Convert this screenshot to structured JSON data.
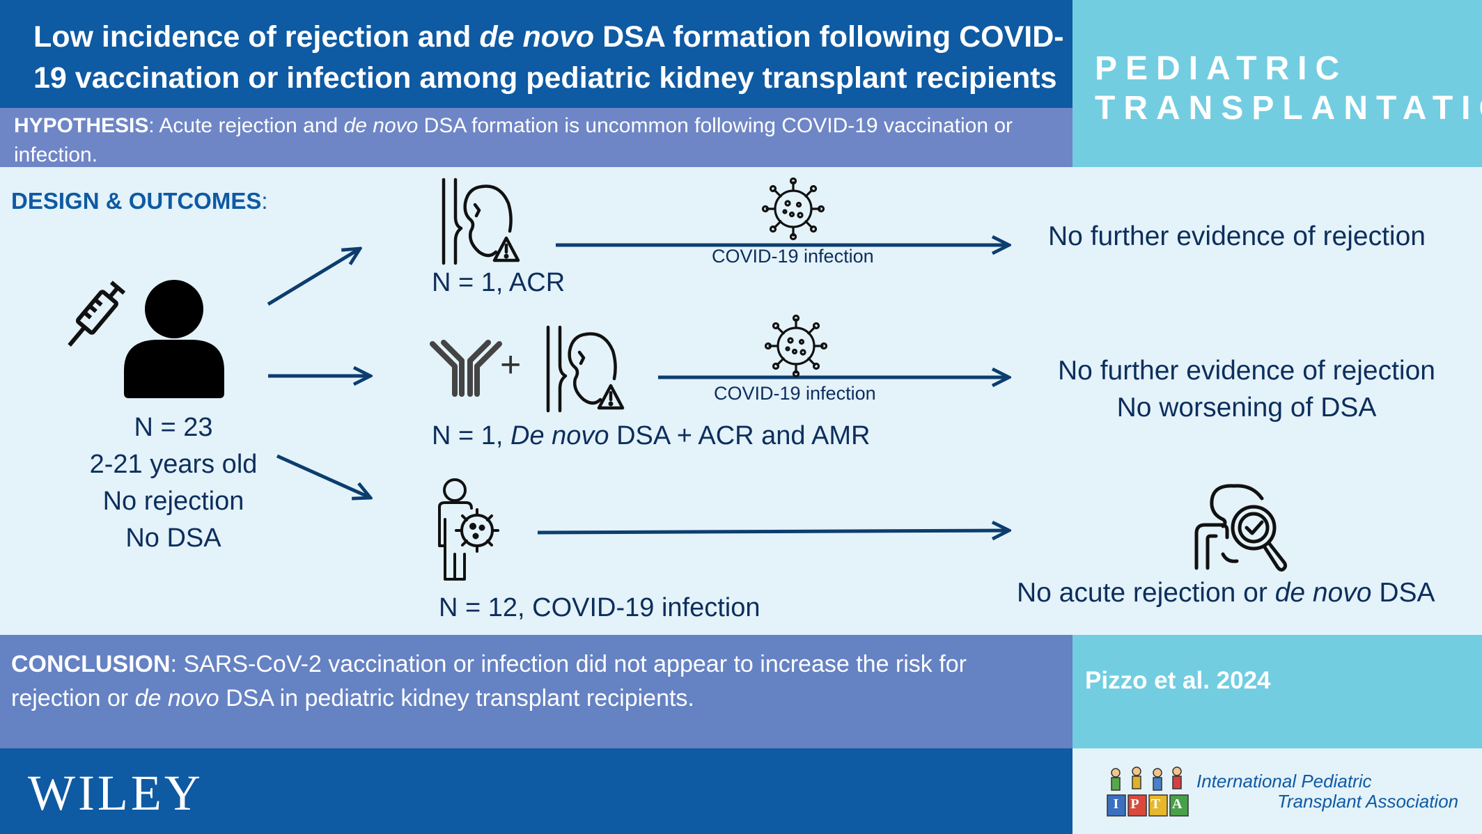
{
  "title": {
    "part1": "Low incidence of rejection and ",
    "italic": "de novo",
    "part2": " DSA formation following COVID-19 vaccination or infection among pediatric kidney transplant recipients"
  },
  "journal": {
    "line1": "PEDIATRIC",
    "line2": "TRANSPLANTATION"
  },
  "hypothesis": {
    "label": "HYPOTHESIS",
    "part1": ": Acute rejection and ",
    "italic": "de novo",
    "part2": " DSA formation is uncommon following COVID-19 vaccination or infection."
  },
  "design": {
    "label": "DESIGN & OUTCOMES",
    "colon": ":",
    "cohort": [
      "N = 23",
      "2-21 years old",
      "No rejection",
      "No DSA"
    ],
    "rows": [
      {
        "group": "N = 1, ACR",
        "event": "COVID-19 infection",
        "outcome": [
          "No further evidence of rejection"
        ]
      },
      {
        "group_part1": "N = 1, ",
        "group_italic": "De novo",
        "group_part2": " DSA + ACR and AMR",
        "event": "COVID-19 infection",
        "outcome": [
          "No further evidence of rejection",
          "No worsening of DSA"
        ]
      },
      {
        "group": "N = 12, COVID-19 infection",
        "outcome_part1": "No acute rejection or ",
        "outcome_italic": "de novo",
        "outcome_part2": " DSA"
      }
    ]
  },
  "conclusion": {
    "label": "CONCLUSION",
    "part1": ": SARS-CoV-2 vaccination or infection did not appear to increase the risk for rejection or ",
    "italic": "de novo",
    "part2": " DSA in pediatric kidney transplant recipients."
  },
  "citation": "Pizzo et al. 2024",
  "publisher": "WILEY",
  "ipta": {
    "logo_letters": "IPTA",
    "line1": "International Pediatric",
    "line2": "Transplant Association"
  },
  "colors": {
    "dark_blue": "#0e5aa3",
    "light_cyan": "#72cde1",
    "periwinkle": "#6e86c6",
    "background": "#e4f2f9",
    "navy_text": "#0c2e5c"
  },
  "icons": [
    "syringe-icon",
    "person-icon",
    "kidney-warning-icon",
    "virus-icon",
    "antibody-icon",
    "infected-person-icon",
    "kidney-search-icon"
  ]
}
